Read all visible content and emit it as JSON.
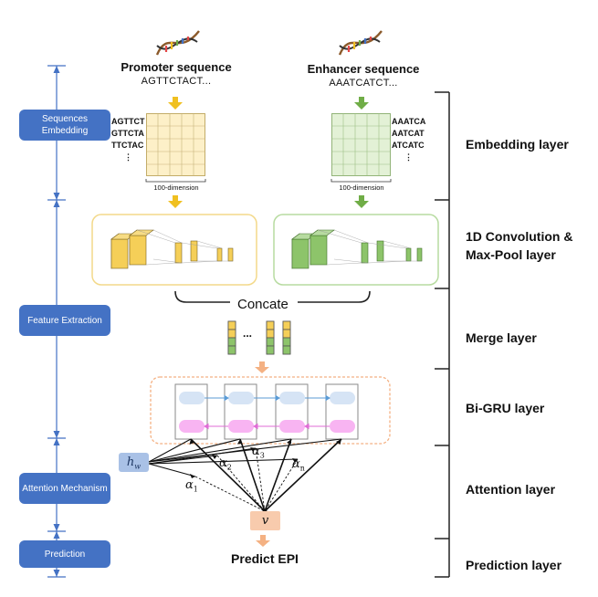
{
  "stages": [
    {
      "label": "Sequences Embedding"
    },
    {
      "label": "Feature Extraction"
    },
    {
      "label": "Attention Mechanism"
    },
    {
      "label": "Prediction"
    }
  ],
  "layers": [
    {
      "label": "Embedding layer"
    },
    {
      "label": "1D Convolution &\nMax-Pool layer"
    },
    {
      "label": "Merge layer"
    },
    {
      "label": "Bi-GRU layer"
    },
    {
      "label": "Attention layer"
    },
    {
      "label": "Prediction layer"
    }
  ],
  "promoter": {
    "title": "Promoter sequence",
    "sequence": "AGTTCTACT...",
    "kmers": [
      "AGTTCT",
      "GTTCTA",
      "TTCTAC",
      "⋮"
    ],
    "dimension": "100-dimension"
  },
  "enhancer": {
    "title": "Enhancer sequence",
    "sequence": "AAATCATCT...",
    "kmers": [
      "AAATCA",
      "AATCAT",
      "ATCATC",
      "⋮"
    ],
    "dimension": "100-dimension"
  },
  "merge": {
    "concat_label": "Concate",
    "ellipsis": "..."
  },
  "attention": {
    "context_vector": "h",
    "context_subscript": "w",
    "weights": [
      {
        "symbol": "α",
        "subscript": "1"
      },
      {
        "symbol": "α",
        "subscript": "2"
      },
      {
        "symbol": "α",
        "subscript": "3"
      },
      {
        "symbol": "α",
        "subscript": "n"
      }
    ],
    "output_vector": "v"
  },
  "output_label": "Predict EPI",
  "colors": {
    "stage_box": "#4472c4",
    "timeline": "#4472c4",
    "promoter_grid": "#fdf0c8",
    "promoter_accent": "#f0c020",
    "enhancer_grid": "#e3f1d6",
    "enhancer_accent": "#70ad47",
    "gru_forward": "#d6e4f5",
    "gru_backward": "#f8b4f2",
    "gru_border": "#f4b183",
    "arrow_orange": "#f4b183",
    "v_box": "#f8cbad",
    "hw_box": "#a9c1e6"
  }
}
